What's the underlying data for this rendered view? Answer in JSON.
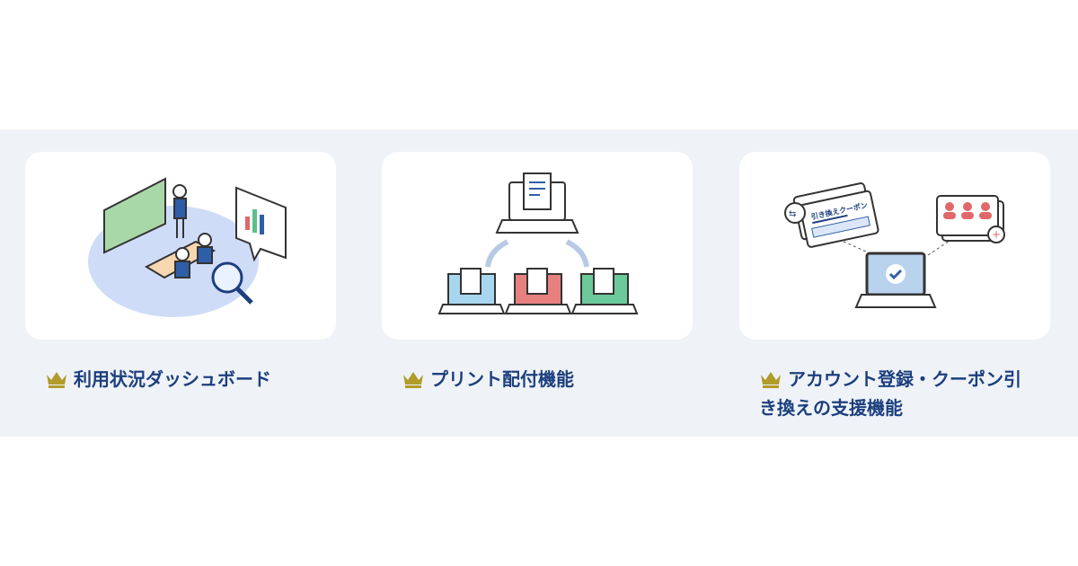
{
  "colors": {
    "background_band": "#eff3f8",
    "text": "#1d3f7e",
    "crown": "#b39b2a",
    "accent_blue": "#2f5ea8",
    "accent_red": "#e06868",
    "accent_green": "#5bc08a"
  },
  "features": [
    {
      "label": "利用状況ダッシュボード",
      "icon": "crown-icon",
      "illustration": "classroom-dashboard"
    },
    {
      "label": "プリント配付機能",
      "icon": "crown-icon",
      "illustration": "print-distribution"
    },
    {
      "label": "アカウント登録・クーポン引き換えの支援機能",
      "icon": "crown-icon",
      "illustration": "account-coupon",
      "coupon_text": "引き換えクーポン"
    }
  ]
}
